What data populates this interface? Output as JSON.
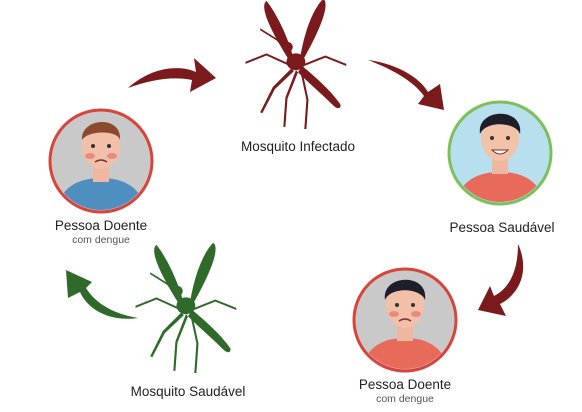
{
  "colors": {
    "infected_red": "#7a1a1c",
    "healthy_green": "#2f6a2a",
    "sick_ring": "#d9433b",
    "healthy_ring": "#7cc05a",
    "sick_bg": "#c9c9c9",
    "healthy_bg": "#b8dfee"
  },
  "nodes": {
    "infected_mosquito": {
      "label": "Mosquito Infectado"
    },
    "sick_person_top": {
      "label": "Pessoa Doente",
      "sub": "com dengue"
    },
    "healthy_person": {
      "label": "Pessoa Saudável"
    },
    "sick_person_bottom": {
      "label": "Pessoa Doente",
      "sub": "com dengue"
    },
    "healthy_mosquito": {
      "label": "Mosquito Saudável"
    }
  },
  "icons": {
    "infected_mosquito": "mosquito-icon",
    "healthy_mosquito": "mosquito-icon",
    "sick_person": "sick-person-icon",
    "healthy_person": "healthy-person-icon",
    "arrow": "curved-arrow-icon"
  }
}
